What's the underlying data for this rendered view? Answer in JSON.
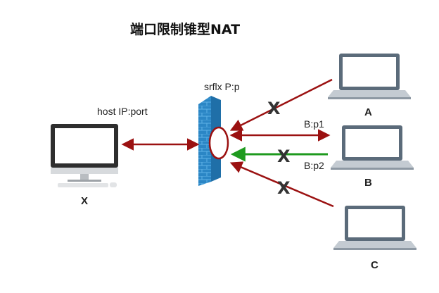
{
  "title": "端口限制锥型NAT",
  "nat": {
    "mapped_address": "srflx P:p"
  },
  "host": {
    "label": "X",
    "address": "host IP:port"
  },
  "peers": [
    {
      "label": "A"
    },
    {
      "label": "B",
      "port_label_1": "B:p1",
      "port_label_2": "B:p2"
    },
    {
      "label": "C"
    }
  ],
  "connections": [
    {
      "from": "X",
      "to": "NAT",
      "direction": "bidirectional",
      "allowed": true,
      "color": "#9b1111"
    },
    {
      "from": "A",
      "to": "NAT",
      "direction": "inbound",
      "allowed": false,
      "color": "#9b1111",
      "blocked_mark": "X"
    },
    {
      "from": "B:p1",
      "to": "NAT",
      "direction": "bidirectional",
      "allowed": true,
      "color": "#9b1111"
    },
    {
      "from": "B:p2",
      "to": "NAT",
      "direction": "inbound",
      "allowed": false,
      "color": "#1e9a1e",
      "blocked_mark": "X"
    },
    {
      "from": "C",
      "to": "NAT",
      "direction": "inbound",
      "allowed": false,
      "color": "#9b1111",
      "blocked_mark": "X"
    }
  ],
  "colors": {
    "firewall": "#2b86c5",
    "nat_ellipse": "#9b1111",
    "monitor_frame": "#3a3a3a",
    "laptop_frame": "#5b6b7a"
  }
}
